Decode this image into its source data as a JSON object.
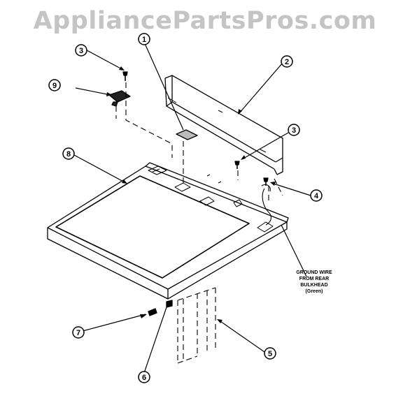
{
  "watermark": "AppliancePartsPros.com",
  "callouts": [
    "1",
    "2",
    "3",
    "3",
    "4",
    "5",
    "6",
    "7",
    "8",
    "9"
  ],
  "note": {
    "line1": "GROUND WIRE",
    "line2": "FROM REAR",
    "line3": "BULKHEAD",
    "line4": "(Green)"
  }
}
